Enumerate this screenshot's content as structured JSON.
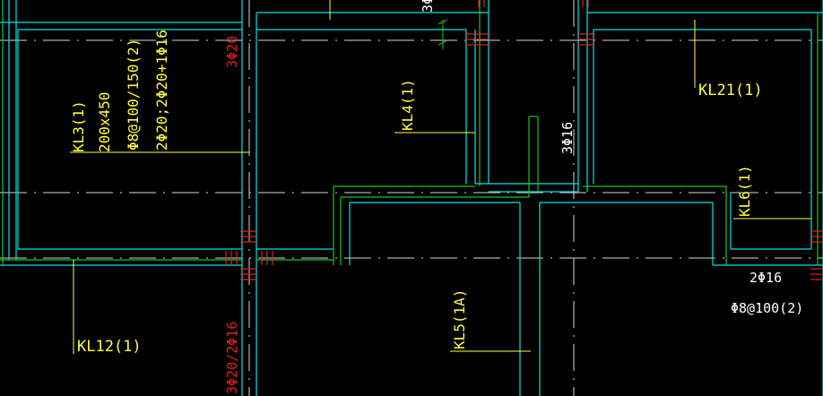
{
  "colors": {
    "background": "#000000",
    "beam_edge": "#00e5e5",
    "wall_line": "#19c819",
    "axis_line": "#d8d8d8",
    "annotation": "#ffff3c",
    "rebar_red": "#e52020",
    "label_white": "#ffffff"
  },
  "labels": {
    "kl3_name": "KL3(1)",
    "kl3_section": "200x450",
    "kl3_stirrup": "Φ8@100/150(2)",
    "kl3_rebar": "2Φ20;2Φ20+1Φ16",
    "kl4_name": "KL4(1)",
    "kl5_name": "KL5(1A)",
    "kl6_name": "KL6(1)",
    "kl12_name": "KL12(1)",
    "kl21_name": "KL21(1)",
    "rebar_3phi20": "3Φ20",
    "rebar_3phi16": "3Φ16",
    "rebar_3phi20_2phi16": "3Φ20/2Φ16",
    "rebar_2phi16": "2Φ16",
    "stirrup_phi8": "Φ8@100(2)",
    "top_partial": "3Φ"
  }
}
